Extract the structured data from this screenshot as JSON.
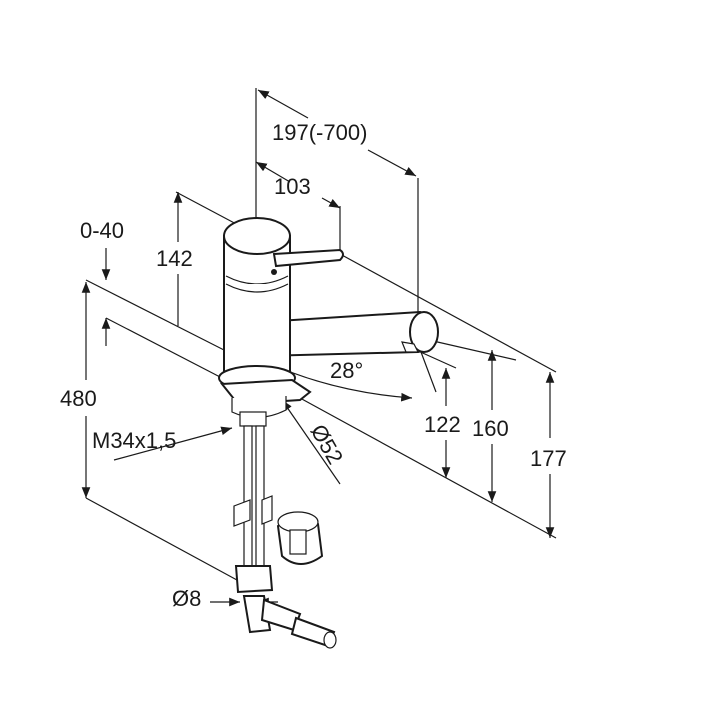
{
  "dimensions": {
    "reach_total": "197(-700)",
    "reach_lever": "103",
    "body_height": "142",
    "counter_thickness": "0-40",
    "overall_length": "480",
    "thread": "M34x1,5",
    "base_diameter": "Ø52",
    "hose_diameter": "Ø8",
    "swivel_angle": "28°",
    "spout_height_122": "122",
    "spout_height_160": "160",
    "total_height": "177"
  }
}
